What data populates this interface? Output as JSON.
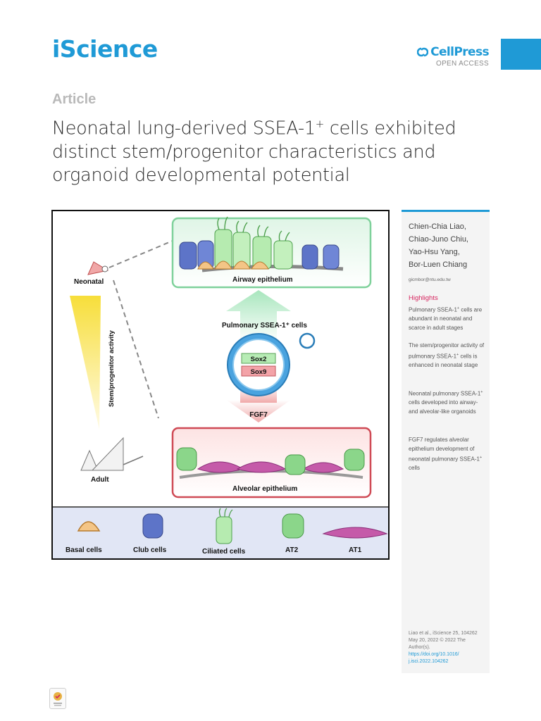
{
  "header": {
    "journal": "iScience",
    "publisher": "CellPress",
    "access": "OPEN ACCESS"
  },
  "article": {
    "type": "Article",
    "title_part1": "Neonatal lung-derived SSEA-1",
    "title_sup": "+",
    "title_part2": " cells exhibited distinct stem/progenitor characteristics and organoid developmental potential"
  },
  "figure": {
    "neonatal_label": "Neonatal",
    "adult_label": "Adult",
    "activity_label": "Stem/progenitor activity",
    "airway_label": "Airway epithelium",
    "pulmonary_label": "Pulmonary SSEA-1⁺ cells",
    "sox2_label": "Sox2",
    "sox9_label": "Sox9",
    "fgf7_label": "FGF7",
    "alveolar_label": "Alveolar epithelium",
    "legend": [
      {
        "key": "basal",
        "label": "Basal cells"
      },
      {
        "key": "club",
        "label": "Club cells"
      },
      {
        "key": "ciliated",
        "label": "Ciliated cells"
      },
      {
        "key": "at2",
        "label": "AT2"
      },
      {
        "key": "at1",
        "label": "AT1"
      }
    ],
    "colors": {
      "airway_border": "#7fd19b",
      "alveolar_border": "#cf4a55",
      "legend_bg": "#e1e6f5",
      "basal": "#f4c586",
      "club": "#5d74c8",
      "ciliated": "#b6ebb0",
      "at2": "#8bd68a",
      "at1": "#c55aa9"
    }
  },
  "sidebar": {
    "authors": [
      "Chien-Chia Liao,",
      "Chiao-Juno Chiu,",
      "Yao-Hsu Yang,",
      "Bor-Luen Chiang"
    ],
    "email": "gicmbor@ntu.edu.tw",
    "highlights_title": "Highlights",
    "highlights": [
      {
        "pre": "Pulmonary SSEA-1",
        "sup": "+",
        "post": " cells are abundant in neonatal and scarce in adult stages"
      },
      {
        "pre": "The stem/progenitor activity of pulmonary SSEA-1",
        "sup": "+",
        "post": " cells is enhanced in neonatal stage"
      },
      {
        "pre": "Neonatal pulmonary SSEA-1",
        "sup": "+",
        "post": " cells developed into airway- and alveolar-like organoids"
      },
      {
        "pre": "FGF7 regulates alveolar epithelium development of neonatal pulmonary SSEA-1",
        "sup": "+",
        "post": " cells"
      }
    ],
    "citation": "Liao et al., iScience 25, 104262 May 20, 2022 © 2022 The Author(s).",
    "doi": "https://doi.org/10.1016/ j.isci.2022.104262"
  }
}
